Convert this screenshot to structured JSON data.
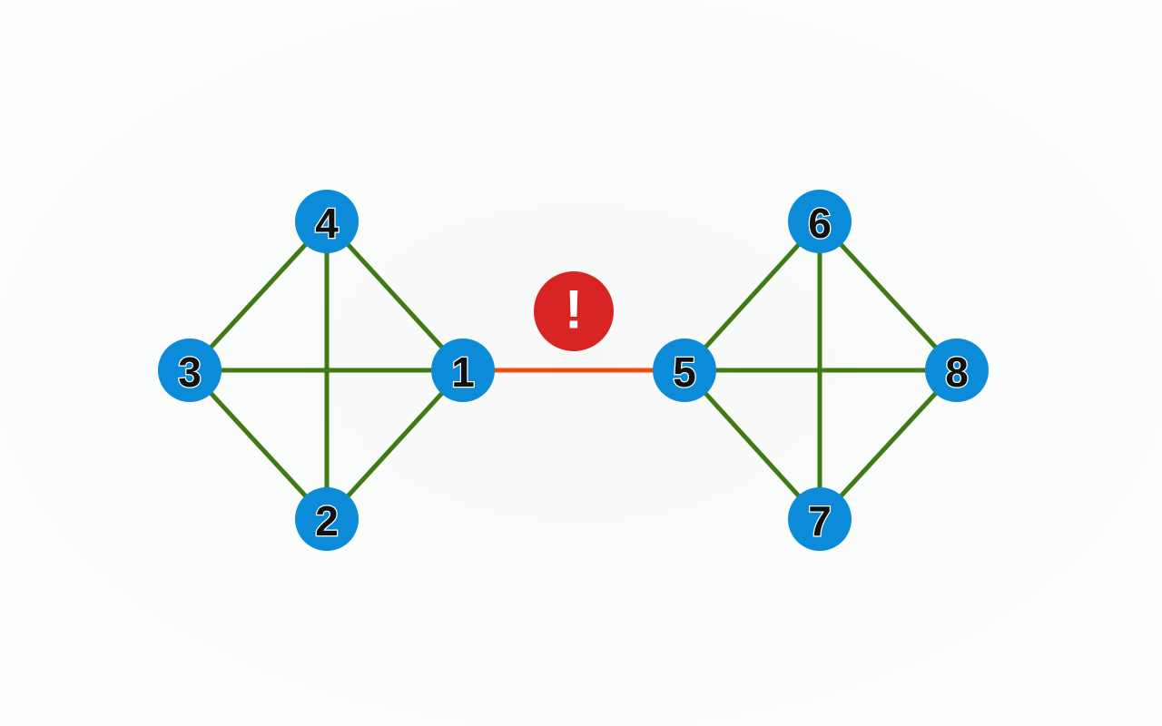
{
  "colors": {
    "node": "#0c8bd8",
    "edge": "#3f7a14",
    "bridge": "#f04c0c",
    "alert": "#d92424"
  },
  "nodes": [
    {
      "id": "1"
    },
    {
      "id": "2"
    },
    {
      "id": "3"
    },
    {
      "id": "4"
    },
    {
      "id": "5"
    },
    {
      "id": "6"
    },
    {
      "id": "7"
    },
    {
      "id": "8"
    }
  ],
  "edges": [
    [
      "4",
      "3"
    ],
    [
      "4",
      "1"
    ],
    [
      "4",
      "2"
    ],
    [
      "3",
      "1"
    ],
    [
      "3",
      "2"
    ],
    [
      "1",
      "2"
    ],
    [
      "6",
      "5"
    ],
    [
      "6",
      "8"
    ],
    [
      "6",
      "7"
    ],
    [
      "5",
      "8"
    ],
    [
      "5",
      "7"
    ],
    [
      "8",
      "7"
    ]
  ],
  "bridge": [
    "1",
    "5"
  ],
  "alert": {
    "icon": "exclamation-icon",
    "symbol": "!"
  }
}
